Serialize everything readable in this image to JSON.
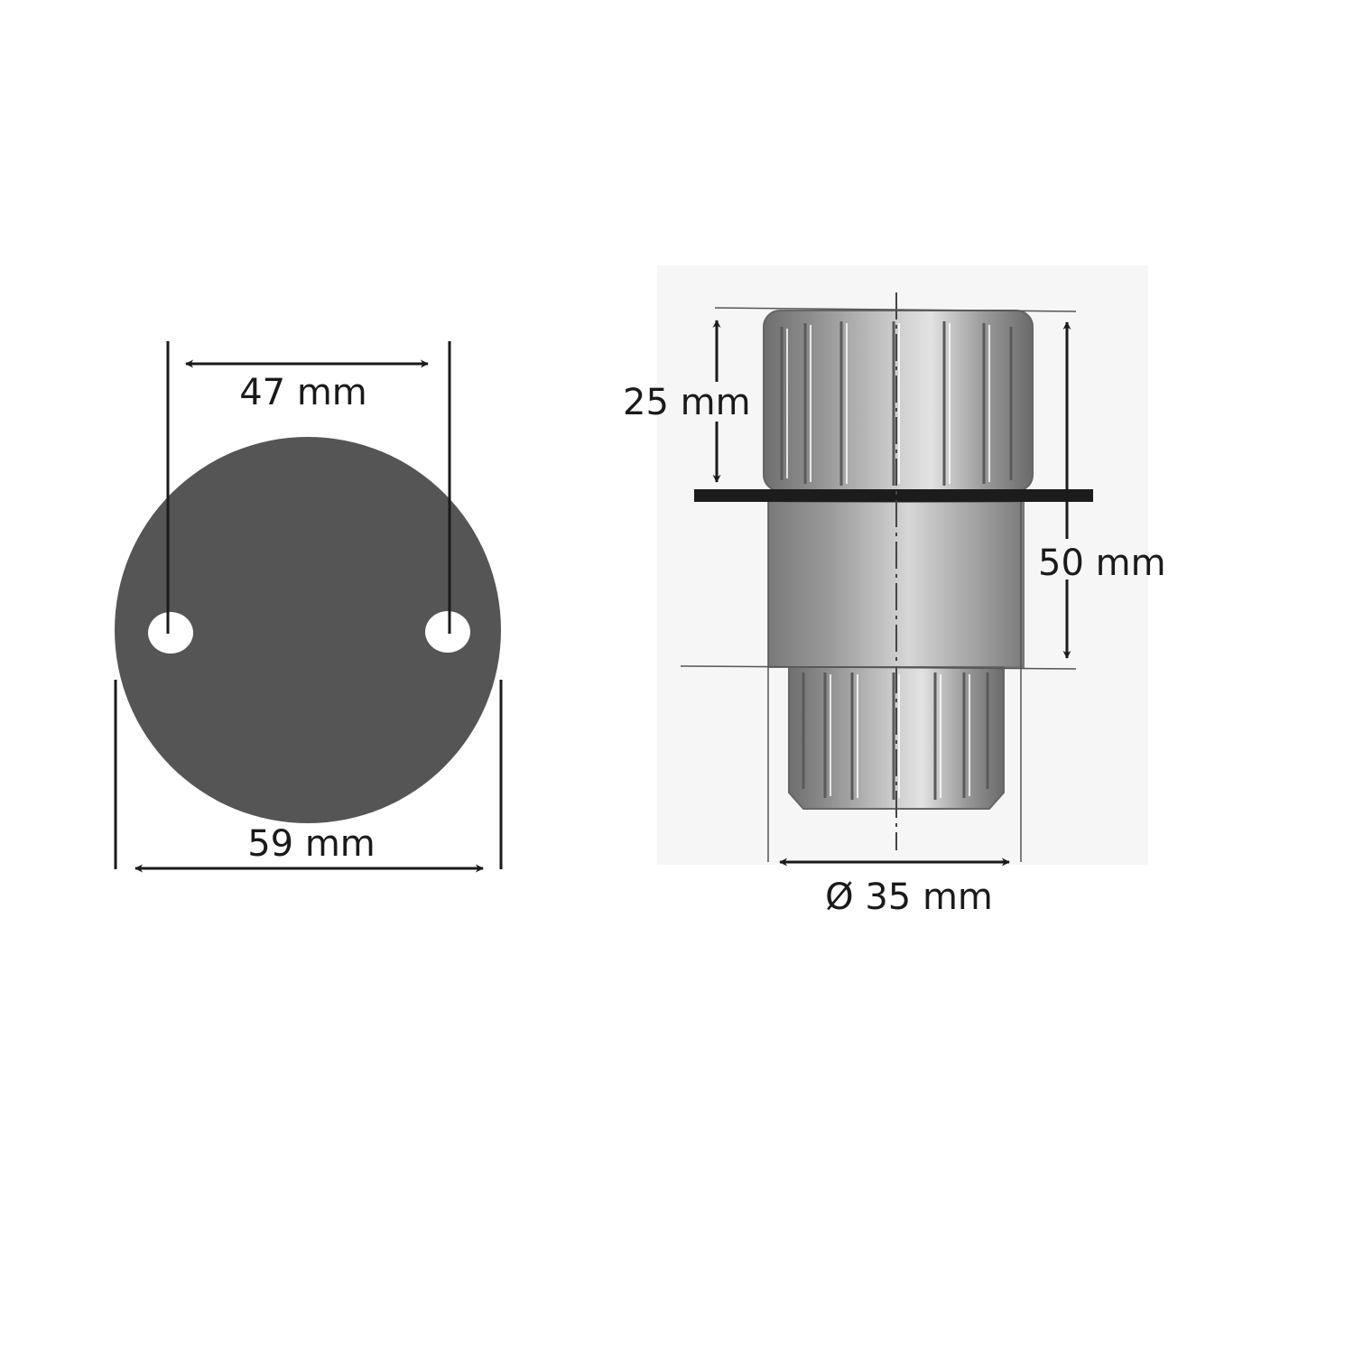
{
  "plate_view": {
    "hole_spacing_label": "47 mm",
    "diameter_label": "59 mm"
  },
  "foot_view": {
    "top_height_label": "25 mm",
    "total_height_label": "50 mm",
    "diameter_label": "Ø 35 mm"
  },
  "colors": {
    "plate": "#555555",
    "ink": "#1a1a1a",
    "foot_body": "#9a9a9a",
    "mount_bar": "#1c1c1c"
  }
}
